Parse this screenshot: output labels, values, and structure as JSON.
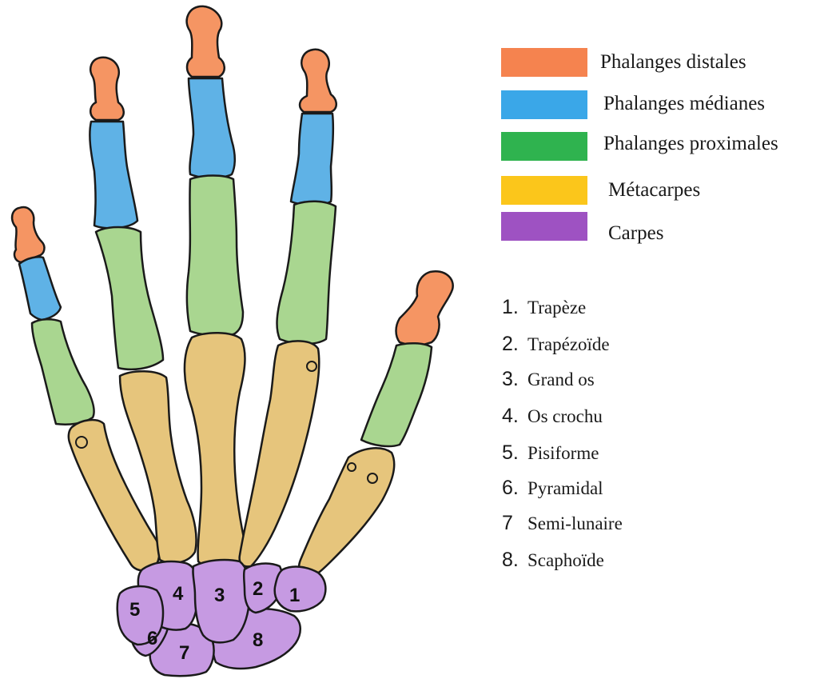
{
  "colors": {
    "distal": "#f59563",
    "middle": "#5fb2e6",
    "proximal": "#a9d690",
    "metacarpal": "#e6c57c",
    "carpal": "#c69ae2",
    "legend_distal": "#f5834f",
    "legend_middle": "#3aa7e8",
    "legend_proximal": "#2fb34f",
    "legend_metacarpal": "#fbc61b",
    "legend_carpal": "#9e52c2"
  },
  "legend": [
    {
      "label": "Phalanges distales"
    },
    {
      "label": "Phalanges médianes"
    },
    {
      "label": "Phalanges proximales"
    },
    {
      "label": "Métacarpes"
    },
    {
      "label": "Carpes"
    }
  ],
  "carpals": [
    {
      "num": "1.",
      "name": "Trapèze",
      "marker": "1"
    },
    {
      "num": "2.",
      "name": "Trapézoïde",
      "marker": "2"
    },
    {
      "num": "3.",
      "name": "Grand os",
      "marker": "3"
    },
    {
      "num": "4.",
      "name": "Os crochu",
      "marker": "4"
    },
    {
      "num": "5.",
      "name": "Pisiforme",
      "marker": "5"
    },
    {
      "num": "6.",
      "name": "Pyramidal",
      "marker": "6"
    },
    {
      "num": "7",
      "name": "Semi-lunaire",
      "marker": "7"
    },
    {
      "num": "8.",
      "name": "Scaphoïde",
      "marker": "8"
    }
  ]
}
